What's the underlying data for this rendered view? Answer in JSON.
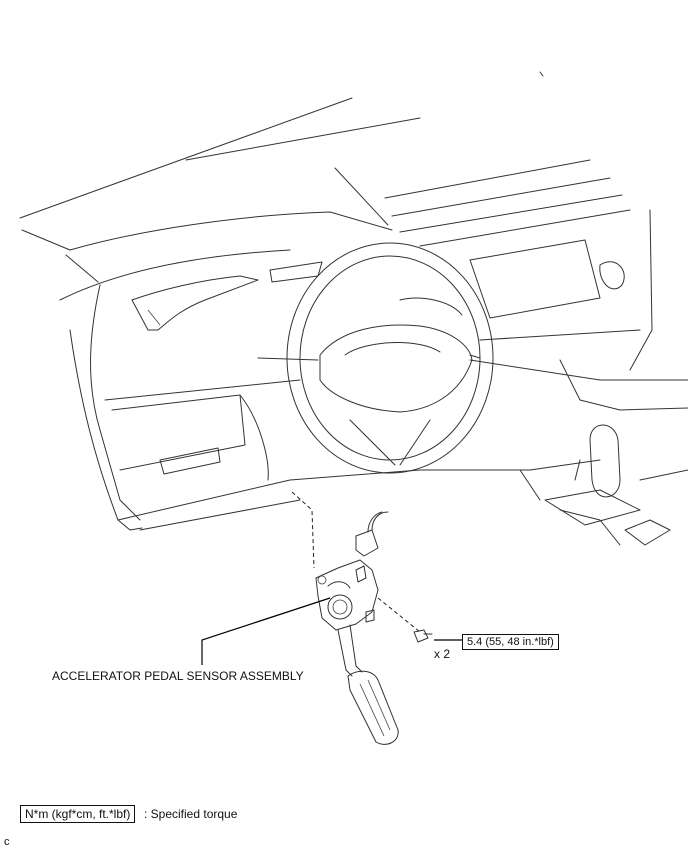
{
  "labels": {
    "part_name": "ACCELERATOR PEDAL SENSOR ASSEMBLY",
    "bolt_qty": "x 2",
    "torque_value": "5.4 (55, 48 in.*lbf)"
  },
  "legend": {
    "unit_box": "N*m (kgf*cm, ft.*lbf)",
    "description": ": Specified torque"
  },
  "corner_code": "c"
}
